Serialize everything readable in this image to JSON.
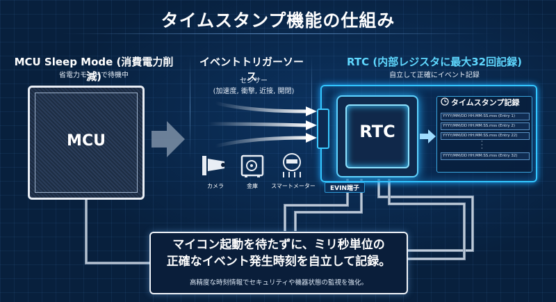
{
  "title": "タイムスタンプ機能の仕組み",
  "mcu_section": {
    "heading": "MCU Sleep Mode (消費電力削減)",
    "subheading": "省電力モードで待機中",
    "chip_label": "MCU"
  },
  "trigger_section": {
    "heading": "イベントトリガーソース",
    "sensor_label": "センサー",
    "sensor_types": "(加速度, 衝撃, 近接, 開閉)",
    "sources": [
      {
        "label": "カメラ",
        "icon": "camera-icon"
      },
      {
        "label": "金庫",
        "icon": "safe-icon"
      },
      {
        "label": "スマートメーター",
        "icon": "smart-meter-icon"
      }
    ]
  },
  "rtc_section": {
    "heading": "RTC (内部レジスタに最大32回記録)",
    "subheading": "自立して正確にイベント記録",
    "chip_label": "RTC",
    "pin_label": "EVIN端子",
    "log_title": "タイムスタンプ記録",
    "log_entries": [
      "YYYY/MM/DD HH:MM:SS.mss (Entry 1)",
      "YYYY/MM/DD HH:MM:SS.mss (Entry 2)",
      "YYYY/MM/DD HH:MM:SS.mss (Entry 22)",
      "YYYY/MM/DD HH:MM:SS.mss (Entry 32)"
    ]
  },
  "summary": {
    "line1": "マイコン起動を待たずに、ミリ秒単位の",
    "line2": "正確なイベント発生時刻を自立して記録。",
    "note": "高精度な時刻情報でセキュリティや機器状態の監視を強化。"
  },
  "colors": {
    "background": "#08203d",
    "accent": "#33c7ff",
    "heading_cyan": "#5fd8ff"
  }
}
